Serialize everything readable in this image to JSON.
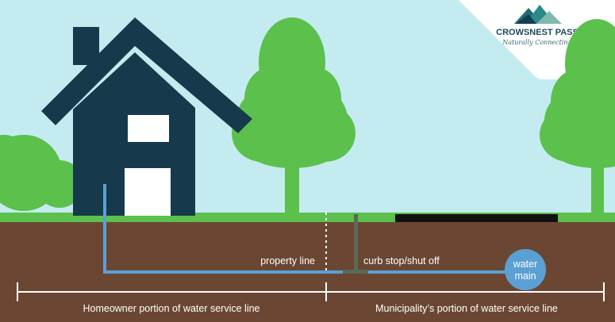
{
  "logo": {
    "name": "CROWSNEST PASS",
    "tagline": "Naturally Connecting"
  },
  "labels": {
    "property_line": "property line",
    "curb_stop": "curb stop/shut off",
    "water_main_line1": "water",
    "water_main_line2": "main",
    "homeowner_portion": "Homeowner portion of water service line",
    "municipality_portion": "Municipality’s portion of water service line"
  },
  "colors": {
    "sky": "#c4ecf0",
    "grass": "#5cc04c",
    "soil": "#6b4733",
    "house": "#163a4c",
    "pipe": "#5aa0d4",
    "tree": "#5cc04c",
    "trunk": "#5cc04c",
    "road": "#111111"
  }
}
